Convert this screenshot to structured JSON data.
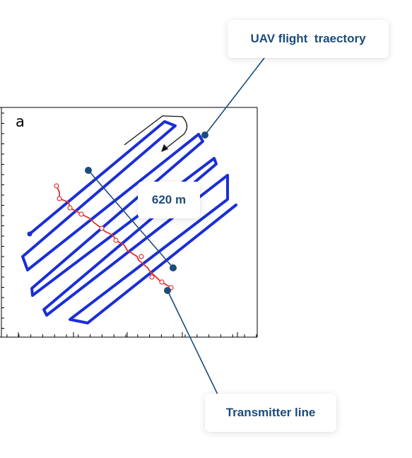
{
  "panel_label": "a",
  "callouts": {
    "uav": "UAV flight  traectory",
    "distance": "620 m",
    "transmitter": "Transmitter line"
  },
  "colors": {
    "trajectory": "#1a2fd6",
    "transmitter": "#e03030",
    "leader": "#1c4c7a",
    "callout_text": "#1c4c7a",
    "frame": "#000000"
  }
}
